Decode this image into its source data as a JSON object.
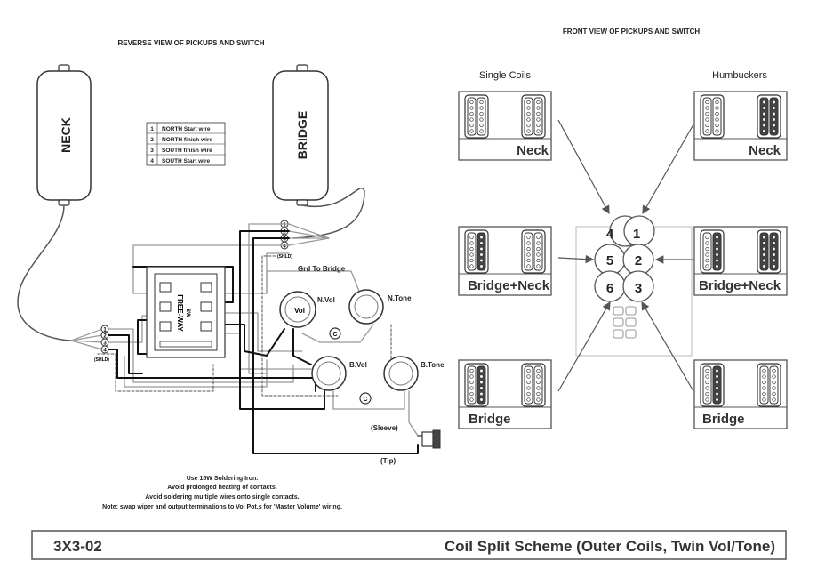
{
  "left_title": "REVERSE VIEW OF PICKUPS AND SWITCH",
  "right_title": "FRONT VIEW OF PICKUPS AND SWITCH",
  "pickups": {
    "neck": "NECK",
    "bridge": "BRIDGE"
  },
  "wire_legend": [
    {
      "num": "1",
      "desc": "NORTH Start wire"
    },
    {
      "num": "2",
      "desc": "NORTH finish wire"
    },
    {
      "num": "3",
      "desc": "SOUTH finish wire"
    },
    {
      "num": "4",
      "desc": "SOUTH Start wire"
    }
  ],
  "labels": {
    "ground_to_bridge": "Grd To Bridge",
    "n_vol": "N.Vol",
    "n_tone": "N.Tone",
    "b_vol": "B.Vol",
    "b_tone": "B.Tone",
    "vol": "Vol",
    "sleeve": "(Sleeve)",
    "tip": "(Tip)",
    "shield_top": "(SHLD)",
    "shield_bottom": "(SHLD)",
    "switch_brand": "FREE-WAY",
    "switch_model": "SW",
    "cap": "C"
  },
  "notes": [
    "Use 15W Soldering Iron.",
    "Avoid prolonged heating of contacts.",
    "Avoid soldering multiple wires onto single contacts.",
    "Note: swap wiper and output terminations to Vol Pot.s for 'Master Volume' wiring."
  ],
  "front_view": {
    "single_coils_heading": "Single Coils",
    "humbuckers_heading": "Humbuckers",
    "positions": [
      "4",
      "1",
      "5",
      "2",
      "6",
      "3"
    ],
    "boxes": {
      "sc_neck": "Neck",
      "hb_neck": "Neck",
      "sc_bridge_neck": "Bridge+Neck",
      "hb_bridge_neck": "Bridge+Neck",
      "sc_bridge": "Bridge",
      "hb_bridge": "Bridge"
    }
  },
  "footer": {
    "code": "3X3-02",
    "title": "Coil Split Scheme (Outer Coils, Twin Vol/Tone)"
  },
  "colors": {
    "line": "#333333",
    "gray_wire": "#999999",
    "border": "#555555"
  }
}
